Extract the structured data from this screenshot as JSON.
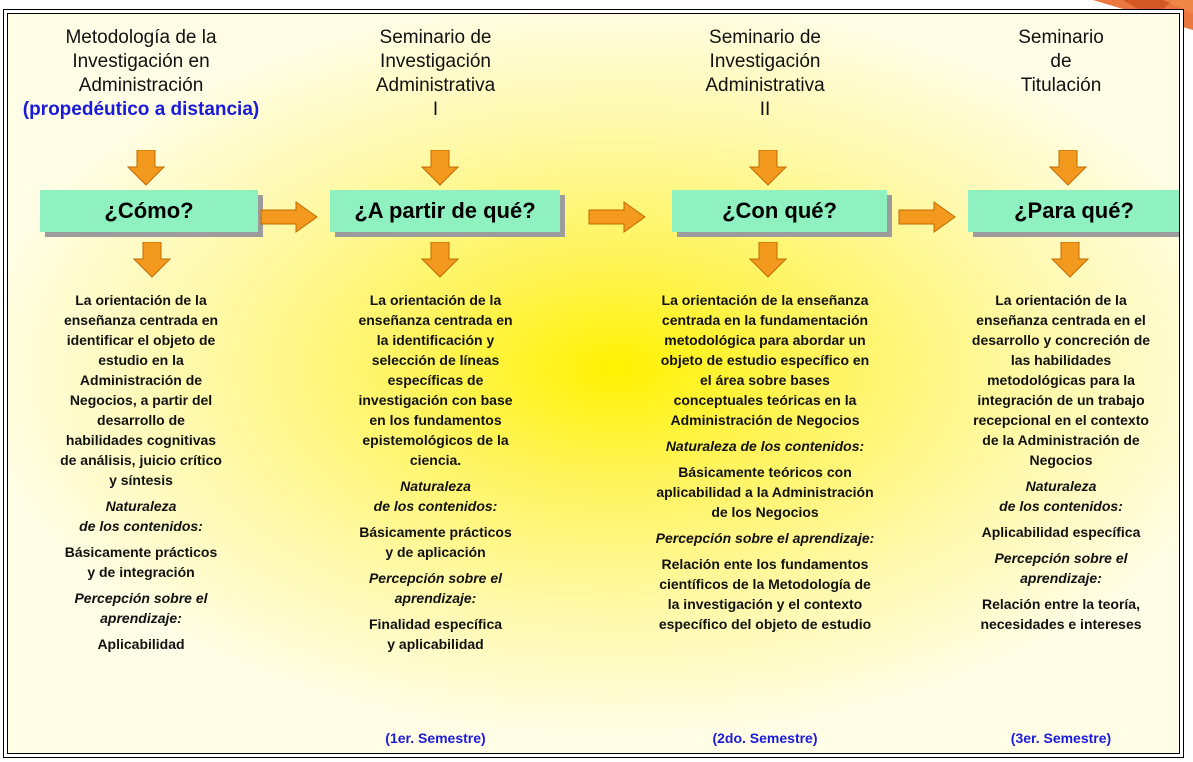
{
  "columns": [
    {
      "course_lines": [
        "Metodología de la",
        "Investigación en",
        "Administración"
      ],
      "course_highlight": "(propedéutico a distancia)",
      "question": "¿Cómo?",
      "description_lines": [
        "La orientación de la",
        "enseñanza centrada en",
        "identificar el objeto de",
        "estudio en la",
        "Administración de",
        "Negocios, a partir del",
        "desarrollo de",
        "habilidades cognitivas",
        "de análisis, juicio crítico",
        "y síntesis"
      ],
      "nature_label_lines": [
        "Naturaleza",
        "de los contenidos:"
      ],
      "nature_value_lines": [
        "Básicamente prácticos",
        "y de integración"
      ],
      "perception_label_lines": [
        "Percepción sobre el",
        "aprendizaje:"
      ],
      "perception_value_lines": [
        "Aplicabilidad"
      ],
      "semester": ""
    },
    {
      "course_lines": [
        "Seminario de",
        "Investigación",
        "Administrativa",
        "I"
      ],
      "course_highlight": "",
      "question": "¿A partir de  qué?",
      "description_lines": [
        "La orientación de la",
        "enseñanza centrada en",
        "la identificación y",
        "selección de líneas",
        "específicas de",
        "investigación con base",
        "en los fundamentos",
        "epistemológicos de la",
        "ciencia."
      ],
      "nature_label_lines": [
        "Naturaleza",
        "de los contenidos:"
      ],
      "nature_value_lines": [
        "Básicamente prácticos",
        "y de aplicación"
      ],
      "perception_label_lines": [
        "Percepción sobre el",
        "aprendizaje:"
      ],
      "perception_value_lines": [
        "Finalidad específica",
        "y aplicabilidad"
      ],
      "semester": "(1er. Semestre)"
    },
    {
      "course_lines": [
        "Seminario de",
        "Investigación",
        "Administrativa",
        "II"
      ],
      "course_highlight": "",
      "question": "¿Con qué?",
      "description_lines": [
        "La orientación de la enseñanza",
        "centrada en la fundamentación",
        "metodológica para abordar un",
        "objeto de estudio específico en",
        "el área sobre bases",
        "conceptuales teóricas en la",
        "Administración de Negocios"
      ],
      "nature_label_lines": [
        "Naturaleza de los contenidos:"
      ],
      "nature_value_lines": [
        "Básicamente teóricos con",
        "aplicabilidad a la Administración",
        "de los Negocios"
      ],
      "perception_label_lines": [
        "Percepción sobre el aprendizaje:"
      ],
      "perception_value_lines": [
        "Relación ente los fundamentos",
        "científicos de la Metodología de",
        "la investigación y el contexto",
        "específico del objeto de estudio"
      ],
      "semester": "(2do. Semestre)"
    },
    {
      "course_lines": [
        "Seminario",
        "de",
        "Titulación"
      ],
      "course_highlight": "",
      "question": "¿Para qué?",
      "description_lines": [
        "La orientación de la",
        "enseñanza centrada en el",
        "desarrollo y concreción de",
        "las habilidades",
        "metodológicas para la",
        "integración de un trabajo",
        "recepcional en el contexto",
        "de la Administración de",
        "Negocios"
      ],
      "nature_label_lines": [
        "Naturaleza",
        "de los contenidos:"
      ],
      "nature_value_lines": [
        "Aplicabilidad específica"
      ],
      "perception_label_lines": [
        "Percepción sobre el",
        "aprendizaje:"
      ],
      "perception_value_lines": [
        "Relación entre la teoría,",
        "necesidades e intereses"
      ],
      "semester": "(3er. Semestre)"
    }
  ],
  "colors": {
    "arrow": "#f39a1e",
    "question_box": "#8ff0c0",
    "highlight_text": "#1a1adb",
    "background_center": "#fff200"
  }
}
